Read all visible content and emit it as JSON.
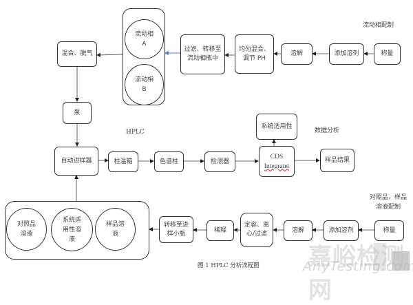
{
  "section_labels": {
    "mobile_phase_prep": "流动相配制",
    "hplc": "HPLC",
    "data_analysis": "数据分析",
    "solution_prep": "对照品、样品\n溶液配制"
  },
  "mobile_phase": {
    "phase_a": "流动相\nA",
    "phase_b": "流动相\nB"
  },
  "mobile_phase_steps": {
    "weigh": "称量",
    "add_solvent": "添加溶剂",
    "dissolve": "溶解",
    "mix_adjust_ph": "均匀混合、\n调节 PH",
    "filter_transfer": "过滤、转移至\n流动相瓶中"
  },
  "hplc_steps": {
    "mix_degas": "混合、脱气",
    "pump": "泵",
    "autosampler": "自动进样器",
    "column_oven": "柱温箱",
    "column": "色谱柱",
    "detector": "检测器",
    "cds_line1": "CDS",
    "cds_line2": "Integratet"
  },
  "data_steps": {
    "system_suitability": "系统适用性",
    "sample_result": "样品结果"
  },
  "solutions": {
    "reference": "对照品\n溶液",
    "system_suitability": "系统适\n用性溶\n液",
    "sample": "样品溶\n液"
  },
  "solution_steps": {
    "weigh": "称量",
    "add_solvent": "添加溶剂",
    "dissolve": "溶解",
    "volume_centrifuge_filter": "定容、离\n心/过滤",
    "dilute": "稀释",
    "transfer_vial": "转移至进\n样小瓶"
  },
  "caption": "图 1 HPLC 分析流程图",
  "watermark": {
    "cn": "嘉峪检测网",
    "en": "AnyTesting.com"
  },
  "colors": {
    "line": "#555555",
    "highlight_arrow": "#4a7fd4"
  }
}
